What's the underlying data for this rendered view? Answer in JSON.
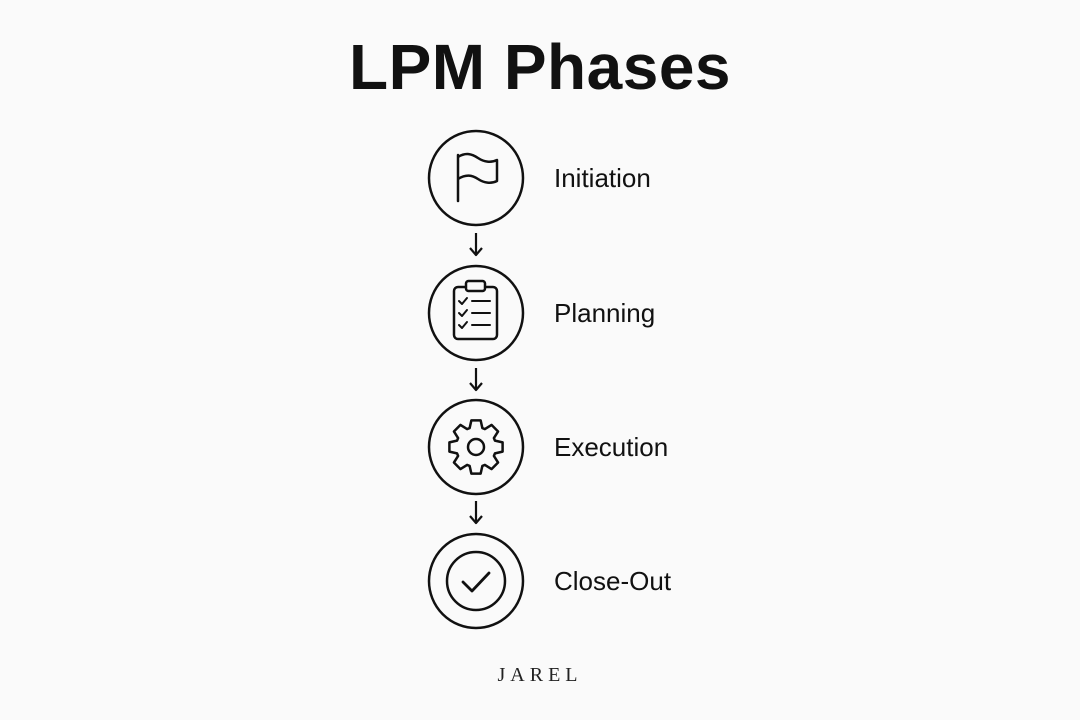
{
  "title": "LPM Phases",
  "phases": [
    {
      "label": "Initiation",
      "icon": "flag-icon"
    },
    {
      "label": "Planning",
      "icon": "clipboard-checklist-icon"
    },
    {
      "label": "Execution",
      "icon": "gear-icon"
    },
    {
      "label": "Close-Out",
      "icon": "checkmark-circle-icon"
    }
  ],
  "brand": "JAREL",
  "colors": {
    "background": "#fafafa",
    "ink": "#111111"
  }
}
